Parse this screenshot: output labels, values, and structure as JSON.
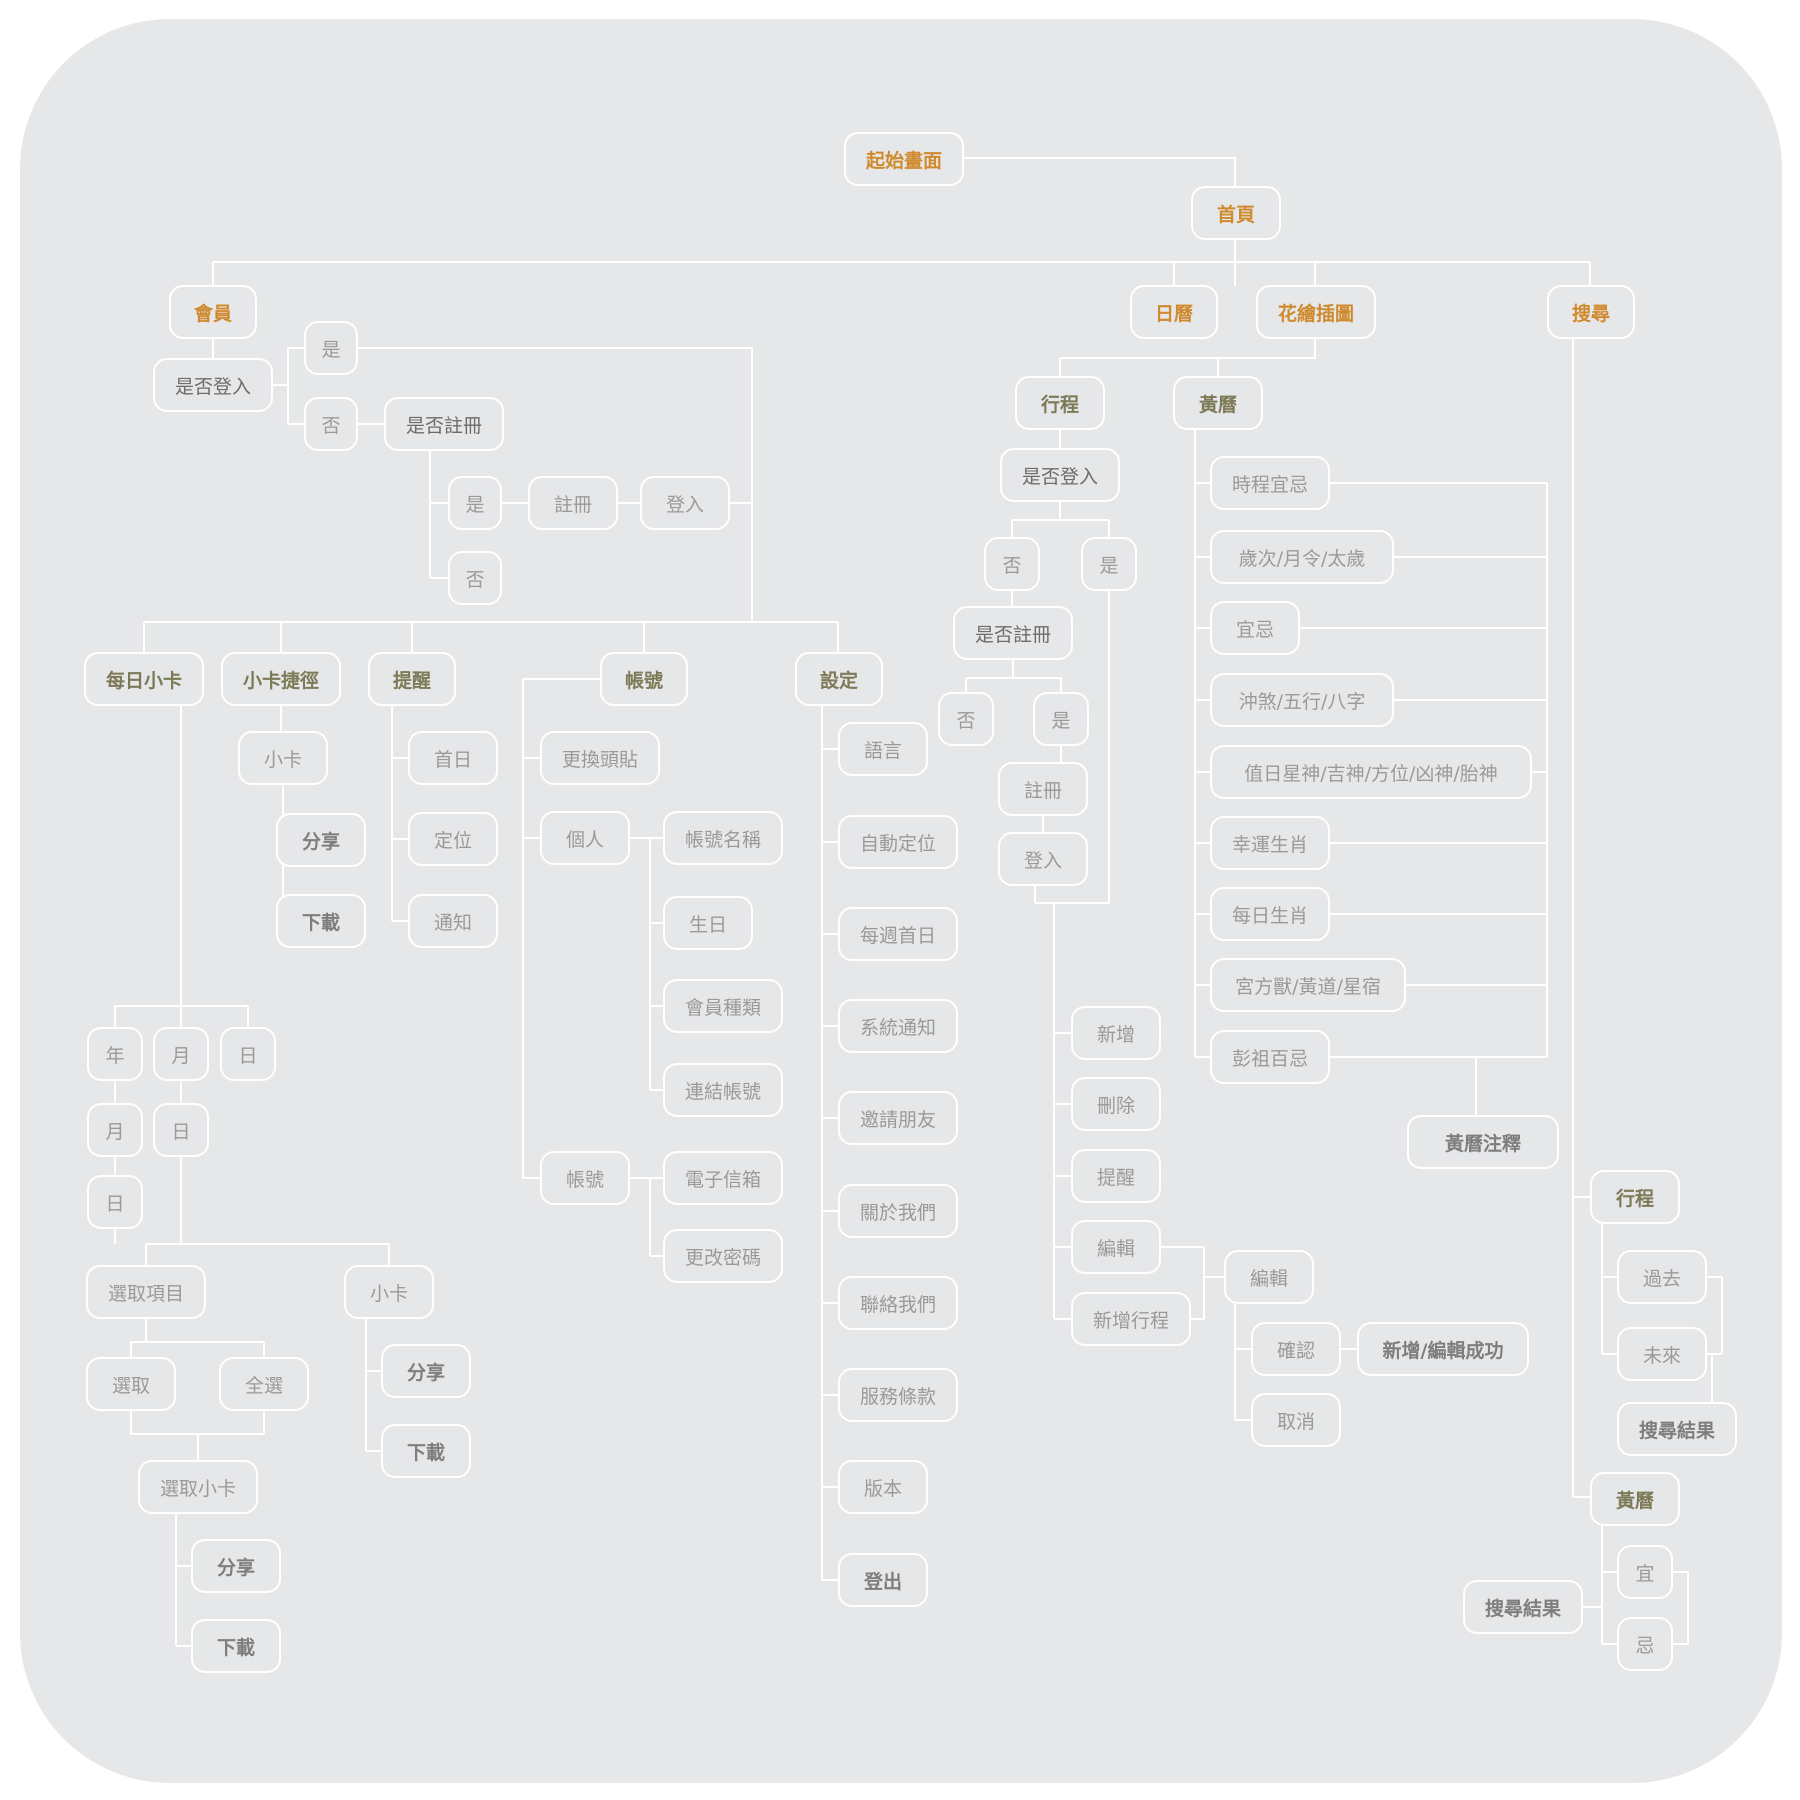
{
  "diagram": {
    "nodes": {
      "start": "起始畫面",
      "home": "首頁",
      "member": "會員",
      "calendar": "日曆",
      "illustration": "花繪插圖",
      "search": "搜尋",
      "login_check": "是否登入",
      "login_yes": "是",
      "login_no": "否",
      "register_check": "是否註冊",
      "reg_yes": "是",
      "reg_no": "否",
      "register": "註冊",
      "login": "登入",
      "daily_card": "每日小卡",
      "card_shortcut": "小卡捷徑",
      "reminder": "提醒",
      "account": "帳號",
      "settings": "設定",
      "sc_card": "小卡",
      "sc_share": "分享",
      "sc_download": "下載",
      "rem_first_day": "首日",
      "rem_location": "定位",
      "rem_notify": "通知",
      "acc_avatar": "更換頭貼",
      "acc_personal": "個人",
      "acc_name": "帳號名稱",
      "acc_birthday": "生日",
      "acc_member_type": "會員種類",
      "acc_link": "連結帳號",
      "acc_account": "帳號",
      "acc_email": "電子信箱",
      "acc_password": "更改密碼",
      "set_language": "語言",
      "set_auto_location": "自動定位",
      "set_week_start": "每週首日",
      "set_system_notify": "系統通知",
      "set_invite": "邀請朋友",
      "set_about": "關於我們",
      "set_contact": "聯絡我們",
      "set_terms": "服務條款",
      "set_version": "版本",
      "set_logout": "登出",
      "dc_year": "年",
      "dc_month": "月",
      "dc_day": "日",
      "dc_month2": "月",
      "dc_day2": "日",
      "dc_day3": "日",
      "dc_select_item": "選取項目",
      "dc_card": "小卡",
      "dc_select": "選取",
      "dc_select_all": "全選",
      "dc_card_share": "分享",
      "dc_card_download": "下載",
      "dc_select_card": "選取小卡",
      "dc_share": "分享",
      "dc_download": "下載",
      "schedule": "行程",
      "almanac": "黃曆",
      "sch_login_check": "是否登入",
      "sch_no": "否",
      "sch_yes": "是",
      "sch_register_check": "是否註冊",
      "sch_reg_no": "否",
      "sch_reg_yes": "是",
      "sch_register": "註冊",
      "sch_login": "登入",
      "sch_add": "新增",
      "sch_delete": "刪除",
      "sch_remind": "提醒",
      "sch_edit": "編輯",
      "sch_new": "新增行程",
      "sch_edit2": "編輯",
      "sch_confirm": "確認",
      "sch_cancel": "取消",
      "sch_success": "新增/編輯成功",
      "alm_1": "時程宜忌",
      "alm_2": "歲次/月令/太歲",
      "alm_3": "宜忌",
      "alm_4": "沖煞/五行/八字",
      "alm_5": "值日星神/吉神/方位/凶神/胎神",
      "alm_6": "幸運生肖",
      "alm_7": "每日生肖",
      "alm_8": "宮方獸/黃道/星宿",
      "alm_9": "彭祖百忌",
      "alm_notes": "黃曆注釋",
      "srch_schedule": "行程",
      "srch_past": "過去",
      "srch_future": "未來",
      "srch_result1": "搜尋結果",
      "srch_almanac": "黃曆",
      "srch_yi": "宜",
      "srch_ji": "忌",
      "srch_result2": "搜尋結果"
    },
    "styles": {
      "orange": "#d08a2e",
      "olive": "#7d7a58",
      "dark_gray": "#6c6c6c",
      "bold_gray": "#7e7e7e",
      "light_gray": "#9a9a9a",
      "normal_gray": "#8a8a8a",
      "connector": "#ffffff",
      "background": "#e6e7e9"
    }
  }
}
